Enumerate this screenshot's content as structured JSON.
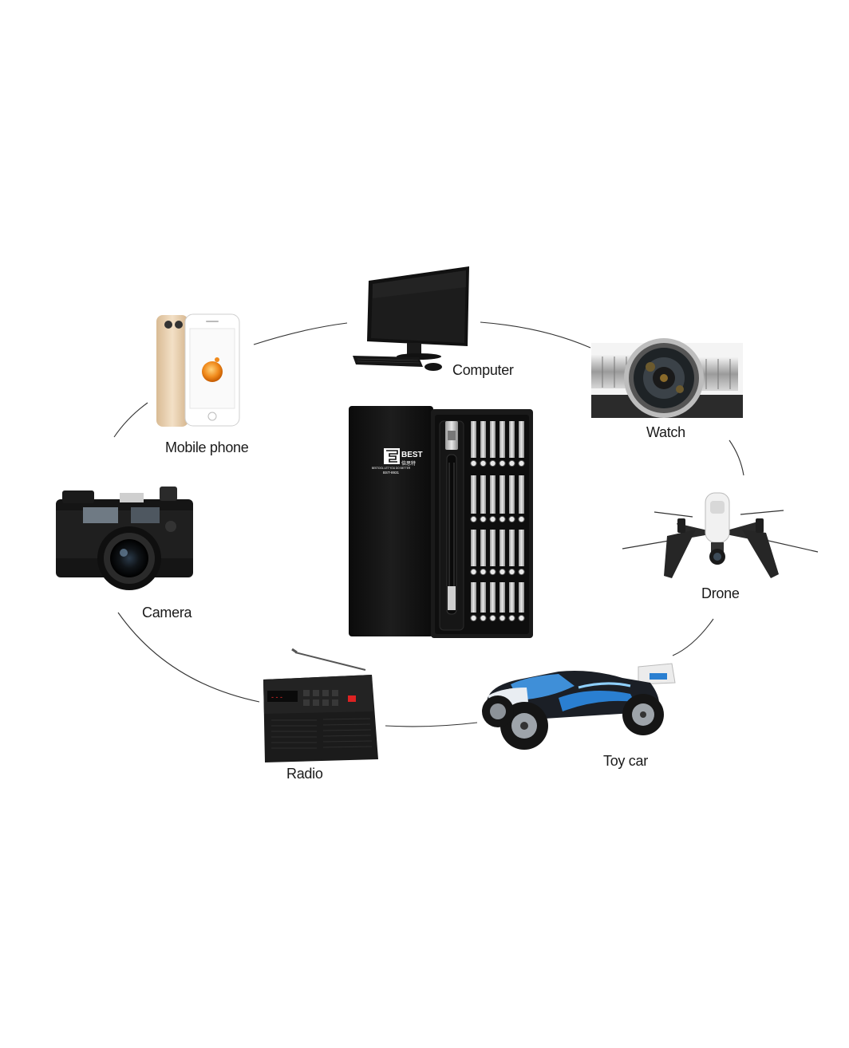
{
  "center_product": {
    "brand_logo_text": "BEST",
    "brand_chinese": "倍思特",
    "slogan": "BESTOOL LET YOU DO BETTER",
    "model": "BST-8931"
  },
  "devices": [
    {
      "id": "computer",
      "label": "Computer",
      "icon": "computer-icon"
    },
    {
      "id": "watch",
      "label": "Watch",
      "icon": "watch-icon"
    },
    {
      "id": "drone",
      "label": "Drone",
      "icon": "drone-icon"
    },
    {
      "id": "toy-car",
      "label": "Toy car",
      "icon": "toy-car-icon"
    },
    {
      "id": "radio",
      "label": "Radio",
      "icon": "radio-icon"
    },
    {
      "id": "camera",
      "label": "Camera",
      "icon": "camera-icon"
    },
    {
      "id": "mobile-phone",
      "label": "Mobile phone",
      "icon": "mobile-phone-icon"
    }
  ],
  "colors": {
    "connector": "#333333",
    "case": "#111111",
    "phone_gold": "#e9cfae",
    "phone_screen_accent": "#f08a1c",
    "car_blue": "#2a7fd1"
  }
}
